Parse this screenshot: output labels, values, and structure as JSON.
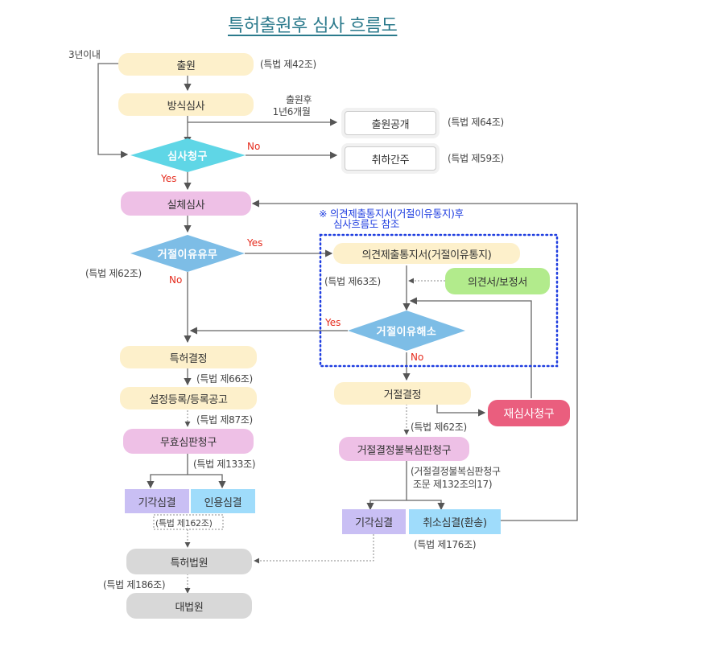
{
  "title": "특허출원후 심사 흐름도",
  "labels": {
    "within_3_years": "3년이내",
    "after_filing_line1": "출원후",
    "after_filing_line2": "1년6개월",
    "yes": "Yes",
    "no": "No",
    "ref_note_line1": "※ 의견제출통지서(거절이유통지)후",
    "ref_note_line2": "심사흐름도 참조"
  },
  "nodes": {
    "filing": "출원",
    "formality_exam": "방식심사",
    "exam_request": "심사청구",
    "publication": "출원공개",
    "deemed_withdrawn": "취하간주",
    "substantive_exam": "실체심사",
    "rejection_reason": "거절이유유무",
    "opinion_notice": "의견제출통지서(거절이유통지)",
    "opinion_amendment": "의견서/보정서",
    "reason_resolved": "거절이유해소",
    "patent_decision": "특허결정",
    "registration": "설정등록/등록공고",
    "invalidation_trial": "무효심판청구",
    "dismissal_left": "기각심결",
    "acceptance": "인용심결",
    "rejection_decision": "거절결정",
    "reexam_request": "재심사청구",
    "appeal_trial": "거절결정불복심판청구",
    "dismissal_right": "기각심결",
    "revocation": "취소심결(환송)",
    "patent_court": "특허법원",
    "supreme_court": "대법원"
  },
  "articles": {
    "art42": "(특법 제42조)",
    "art64": "(특법 제64조)",
    "art59": "(특법 제59조)",
    "art62_left": "(특법 제62조)",
    "art63": "(특법 제63조)",
    "art66": "(특법 제66조)",
    "art87": "(특법 제87조)",
    "art133": "(특법 제133조)",
    "art162": "(특법 제162조)",
    "art62_right": "(특법 제62조)",
    "art132_line1": "(거절결정불복심판청구",
    "art132_line2": "조문 제132조의17)",
    "art176": "(특법 제176조)",
    "art186": "(특법 제186조)"
  },
  "colors": {
    "title": "#2b7a8c",
    "yellow": "#fdf0cb",
    "pink": "#eec0e6",
    "cyan_diamond": "#5fd6e6",
    "blue_diamond": "#7dbde6",
    "green": "#b2eb8c",
    "red": "#ea5e7e",
    "grey": "#d8d8d8",
    "lavender": "#c9bff4",
    "sky": "#9fdcfb",
    "line": "#666666",
    "dotted_blue": "#1f3ee0",
    "yes_no": "#e52b1d"
  }
}
